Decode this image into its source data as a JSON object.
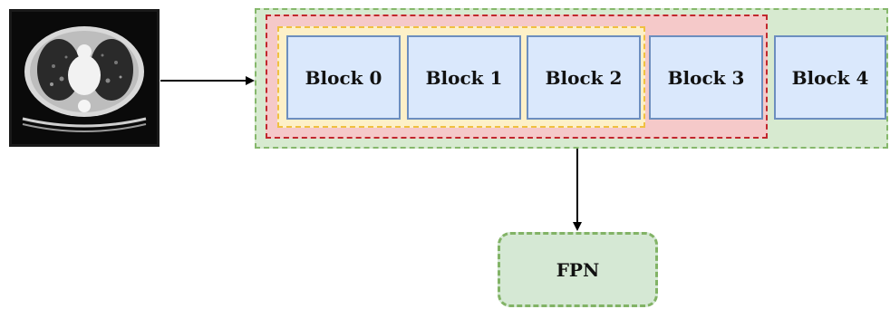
{
  "image": {
    "icon": "ct-scan-image"
  },
  "blocks": [
    {
      "label": "Block 0"
    },
    {
      "label": "Block 1"
    },
    {
      "label": "Block 2"
    },
    {
      "label": "Block 3"
    },
    {
      "label": "Block 4"
    }
  ],
  "fpn": {
    "label": "FPN"
  },
  "colors": {
    "block_fill": "#dae8fc",
    "block_border": "#6c8ebf",
    "green_group": "#d7ead0",
    "red_group": "#f5c9c9",
    "yellow_group": "#fdf0c8",
    "fpn_fill": "#d5e8d4"
  }
}
